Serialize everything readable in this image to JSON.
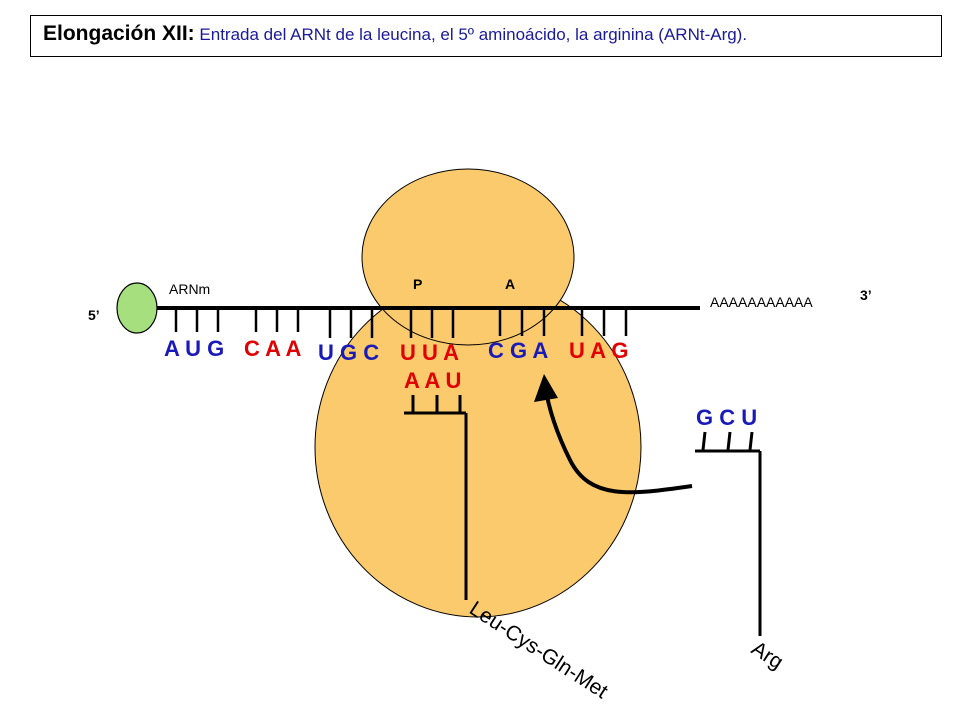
{
  "title": {
    "bold": "Elongación XII:",
    "rest": " Entrada del ARNt de la leucina, el 5º aminoácido, la arginina (ARNt-Arg)."
  },
  "mrna": {
    "label": "ARNm",
    "five_prime": "5’",
    "three_prime": "3’",
    "poly_a": "AAAAAAAAAAA"
  },
  "ribosome": {
    "site_p": "P",
    "site_a": "A"
  },
  "codons": [
    {
      "text": "A U G",
      "color": "blue"
    },
    {
      "text": "C A A",
      "color": "red"
    },
    {
      "text": "U G C",
      "color": "blue"
    },
    {
      "text": "U U A",
      "color": "red"
    },
    {
      "text": "C G A",
      "color": "blue"
    },
    {
      "text": "U A G",
      "color": "red"
    }
  ],
  "trna_p": {
    "anticodon": "A A U",
    "chain": "Leu-Cys-Gln-Met"
  },
  "trna_incoming": {
    "anticodon": "G C U",
    "amino_acid": "Arg"
  },
  "colors": {
    "ribosome": "#fbca6c",
    "cap": "#a6e07e",
    "blue": "#1a1ab8",
    "red": "#e00000"
  }
}
